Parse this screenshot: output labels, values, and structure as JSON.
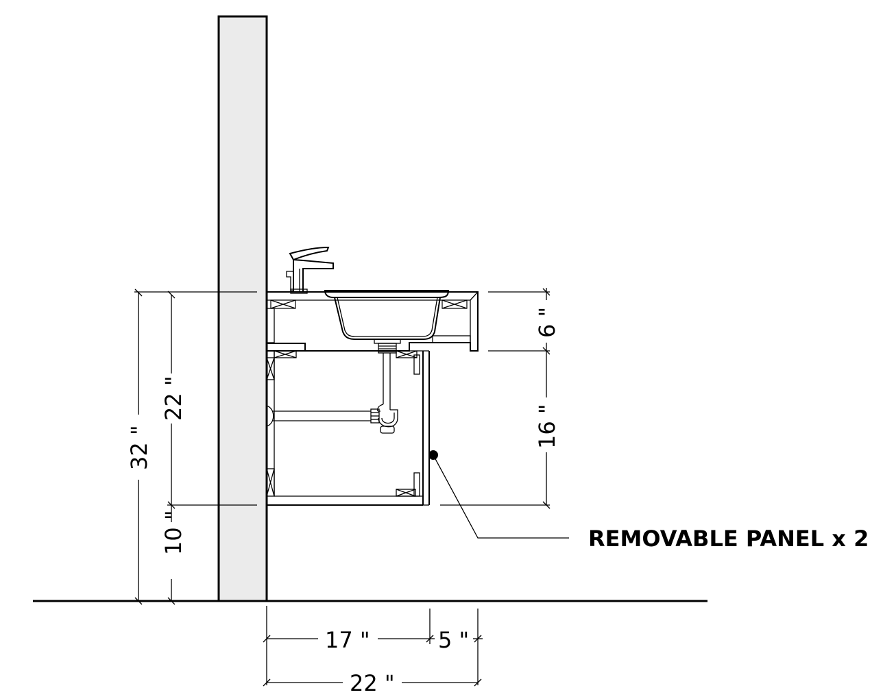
{
  "dimensions": {
    "total_height": "32 \"",
    "cabinet_height": "22 \"",
    "floor_clearance": "10 \"",
    "countertop_depth": "6 \"",
    "cabinet_depth_vertical": "16 \"",
    "cabinet_width": "17 \"",
    "panel_offset": "5 \"",
    "overall_width": "22 \""
  },
  "callout": {
    "label": "REMOVABLE PANEL x 2"
  },
  "colors": {
    "wall_fill": "#ebebeb",
    "line": "#000000"
  }
}
